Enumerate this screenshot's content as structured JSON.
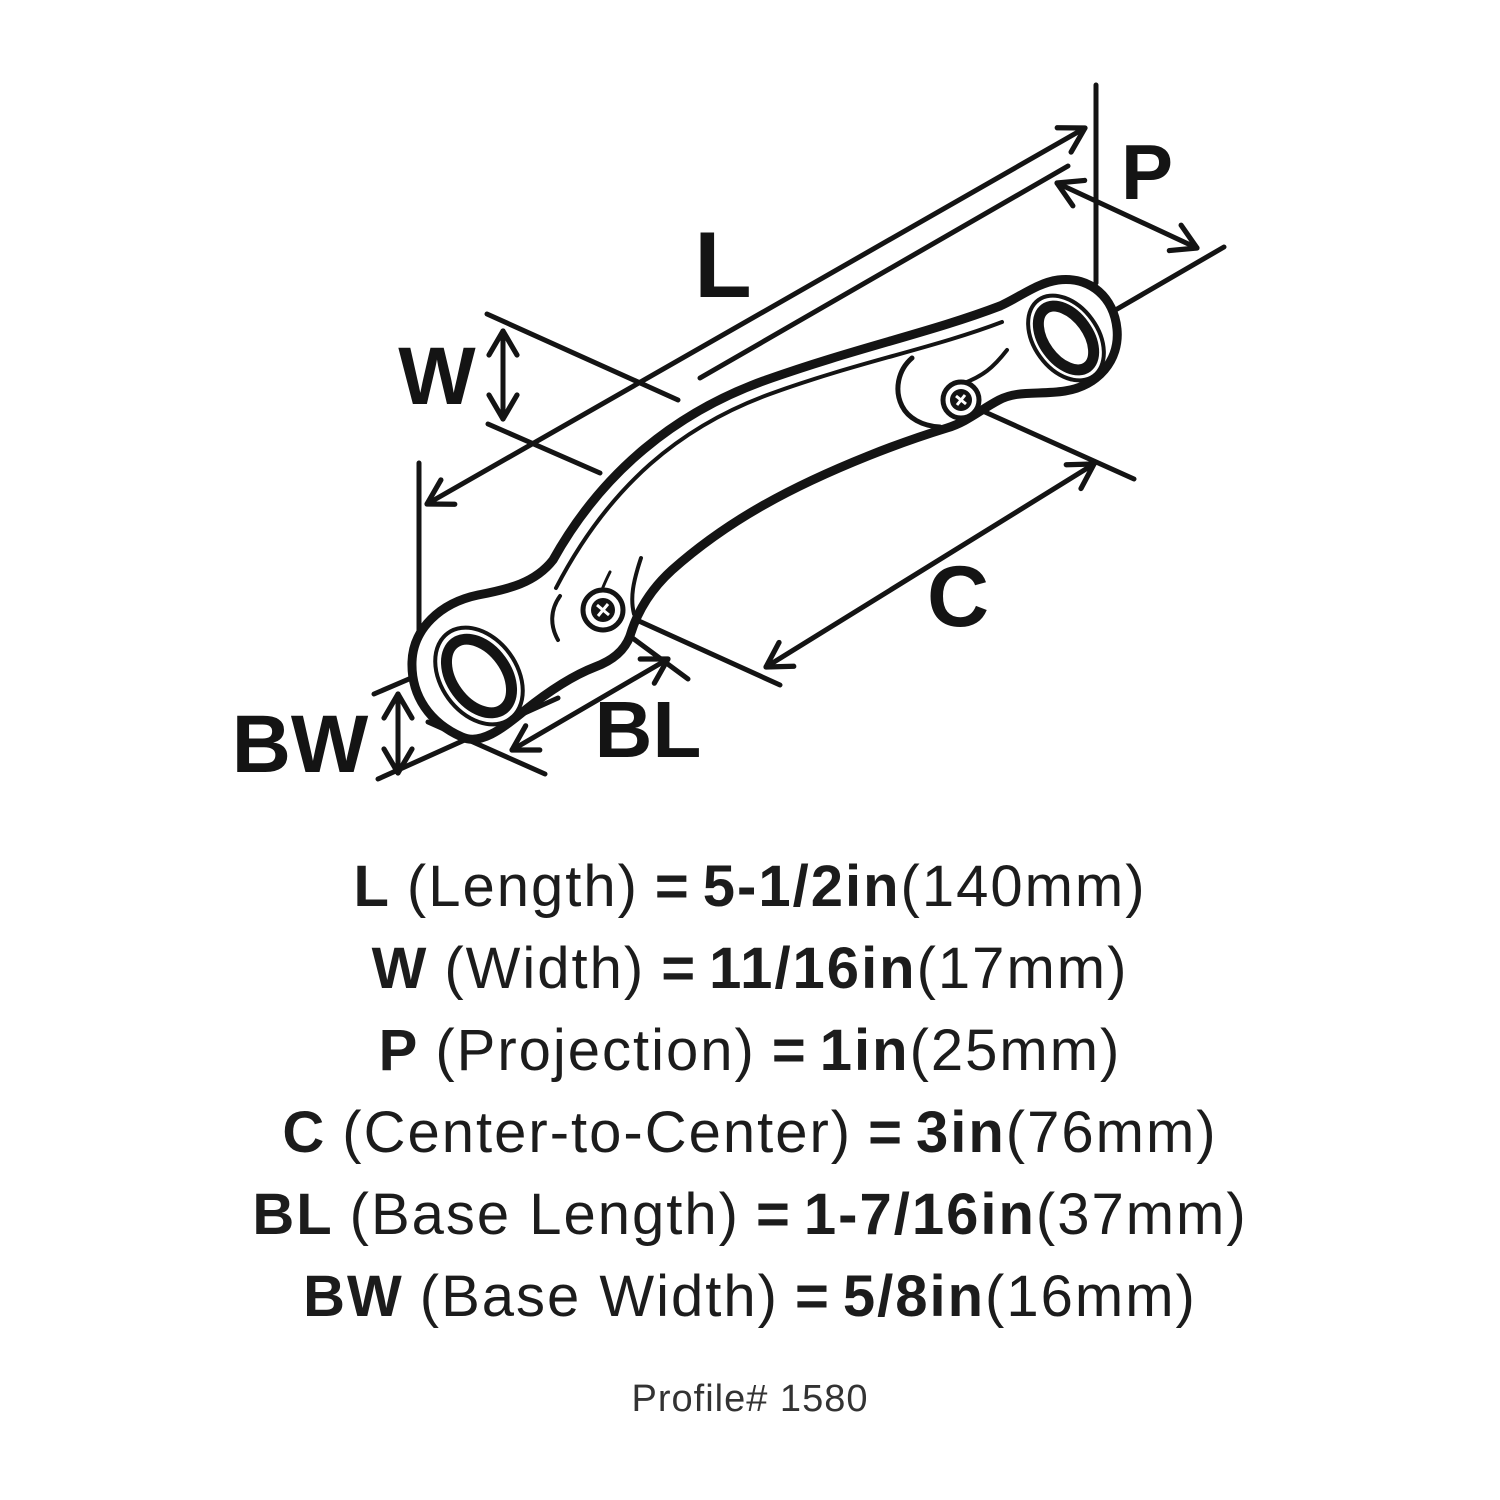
{
  "diagram": {
    "labels": {
      "length": "L",
      "width": "W",
      "projection": "P",
      "center_to_center": "C",
      "base_length": "BL",
      "base_width": "BW"
    }
  },
  "legend": {
    "lines": [
      {
        "label": "L",
        "desc": "(Length)",
        "eq": "=",
        "value": "5-1/2in",
        "metric": "(140mm)"
      },
      {
        "label": "W",
        "desc": "(Width)",
        "eq": "=",
        "value": "11/16in",
        "metric": "(17mm)"
      },
      {
        "label": "P",
        "desc": "(Projection)",
        "eq": "=",
        "value": "1in",
        "metric": "(25mm)"
      },
      {
        "label": "C",
        "desc": "(Center-to-Center)",
        "eq": "=",
        "value": "3in",
        "metric": "(76mm)"
      },
      {
        "label": "BL",
        "desc": "(Base Length)",
        "eq": "=",
        "value": "1-7/16in",
        "metric": "(37mm)"
      },
      {
        "label": "BW",
        "desc": "(Base Width)",
        "eq": "=",
        "value": "5/8in",
        "metric": "(16mm)"
      }
    ]
  },
  "footer": {
    "profile": "Profile# 1580"
  },
  "colors": {
    "ink": "#141414",
    "text": "#1c1c1c",
    "footer_text": "#333333",
    "background": "#ffffff"
  }
}
